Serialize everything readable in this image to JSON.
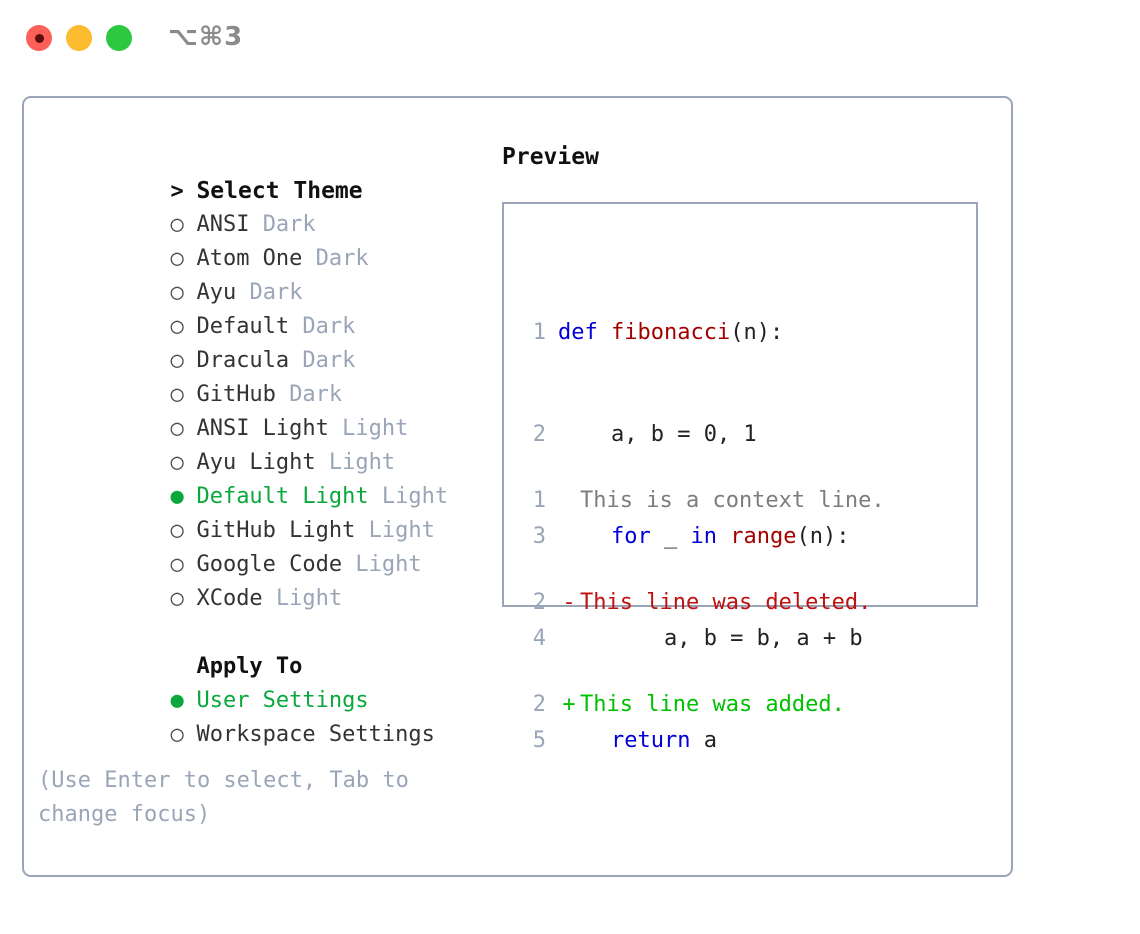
{
  "titlebar": {
    "shortcut": "⌥⌘3",
    "lights": [
      {
        "name": "close",
        "color": "#fc6058"
      },
      {
        "name": "minimize",
        "color": "#fdbc2f"
      },
      {
        "name": "maximize",
        "color": "#2bc840"
      }
    ]
  },
  "theme_selector": {
    "heading": "Select Theme",
    "heading_marker": ">",
    "marker_unselected": "○",
    "marker_selected": "●",
    "items": [
      {
        "label": "ANSI",
        "tag": "Dark",
        "selected": false
      },
      {
        "label": "Atom One",
        "tag": "Dark",
        "selected": false
      },
      {
        "label": "Ayu",
        "tag": "Dark",
        "selected": false
      },
      {
        "label": "Default",
        "tag": "Dark",
        "selected": false
      },
      {
        "label": "Dracula",
        "tag": "Dark",
        "selected": false
      },
      {
        "label": "GitHub",
        "tag": "Dark",
        "selected": false
      },
      {
        "label": "ANSI Light",
        "tag": "Light",
        "selected": false
      },
      {
        "label": "Ayu Light",
        "tag": "Light",
        "selected": false
      },
      {
        "label": "Default Light",
        "tag": "Light",
        "selected": true
      },
      {
        "label": "GitHub Light",
        "tag": "Light",
        "selected": false
      },
      {
        "label": "Google Code",
        "tag": "Light",
        "selected": false
      },
      {
        "label": "XCode",
        "tag": "Light",
        "selected": false
      }
    ]
  },
  "apply_to": {
    "heading": "Apply To",
    "items": [
      {
        "label": "User Settings",
        "selected": true
      },
      {
        "label": "Workspace Settings",
        "selected": false
      }
    ]
  },
  "hint": "(Use Enter to select, Tab to change focus)",
  "preview": {
    "title": "Preview",
    "code_lines": [
      {
        "no": "1",
        "tokens": [
          {
            "t": "def",
            "c": "kw"
          },
          {
            "t": " ",
            "c": "pln"
          },
          {
            "t": "fibonacci",
            "c": "fn"
          },
          {
            "t": "(n):",
            "c": "pln"
          }
        ]
      },
      {
        "no": "2",
        "tokens": [
          {
            "t": "    a, b = 0, 1",
            "c": "pln"
          }
        ]
      },
      {
        "no": "3",
        "tokens": [
          {
            "t": "    ",
            "c": "pln"
          },
          {
            "t": "for",
            "c": "kw"
          },
          {
            "t": " _ ",
            "c": "pln"
          },
          {
            "t": "in",
            "c": "kw"
          },
          {
            "t": " ",
            "c": "pln"
          },
          {
            "t": "range",
            "c": "fn"
          },
          {
            "t": "(n):",
            "c": "pln"
          }
        ]
      },
      {
        "no": "4",
        "tokens": [
          {
            "t": "        a, b = b, a + b",
            "c": "pln"
          }
        ]
      },
      {
        "no": "5",
        "tokens": [
          {
            "t": "    ",
            "c": "pln"
          },
          {
            "t": "return",
            "c": "kw"
          },
          {
            "t": " a",
            "c": "pln"
          }
        ]
      }
    ],
    "diff_lines": [
      {
        "no": "1",
        "mark": " ",
        "text": "This is a context line.",
        "kind": "d-ctx"
      },
      {
        "no": "2",
        "mark": "-",
        "text": "This line was deleted.",
        "kind": "d-del"
      },
      {
        "no": "2",
        "mark": "+",
        "text": "This line was added.",
        "kind": "d-add"
      }
    ]
  },
  "colors": {
    "accent_green": "#0aa83c",
    "border": "#9aa5b8",
    "tag_muted": "#9aa5b8",
    "keyword_blue": "#0000d8",
    "function_red": "#a50000",
    "diff_add": "#00c000",
    "diff_del": "#c01010",
    "diff_ctx": "#7d7d7d"
  }
}
